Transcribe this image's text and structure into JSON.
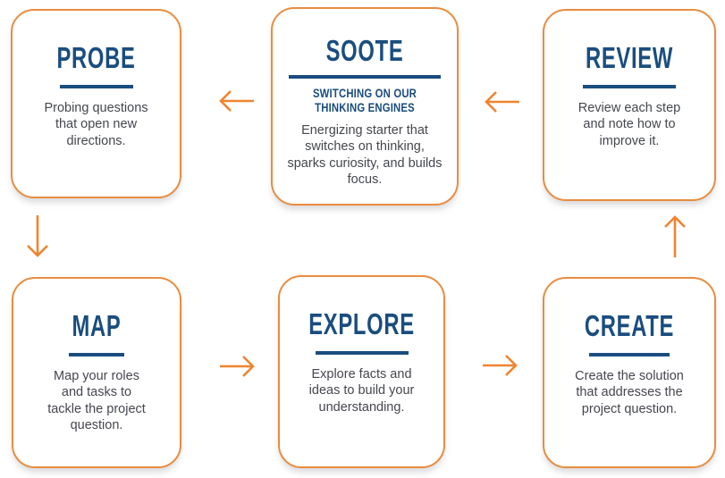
{
  "diagram": {
    "name": "SOOTE thinking cycle",
    "colors": {
      "card_border_orange": "#EA8C3F",
      "arrow_orange": "#F08430",
      "heading_navy": "#1A4D7F",
      "body_text": "#45474E",
      "background": "#FFFFFF"
    },
    "steps": [
      {
        "id": "probe",
        "title": "PROBE",
        "description": "Probing questions that open new directions."
      },
      {
        "id": "soote",
        "title": "SOOTE",
        "subtitle": "SWITCHING ON OUR THINKING ENGINES",
        "description": "Energizing starter that switches on thinking, sparks curiosity, and builds focus."
      },
      {
        "id": "review",
        "title": "REVIEW",
        "description": "Review each step and note how to improve it."
      },
      {
        "id": "map",
        "title": "MAP",
        "description": "Map your roles and tasks to tackle the project question."
      },
      {
        "id": "explore",
        "title": "EXPLORE",
        "description": "Explore facts and ideas to build your understanding."
      },
      {
        "id": "create",
        "title": "CREATE",
        "description": "Create the solution that addresses the project question."
      }
    ],
    "arrows": [
      {
        "id": "review-to-soote",
        "direction": "left"
      },
      {
        "id": "soote-to-probe",
        "direction": "left"
      },
      {
        "id": "probe-to-map",
        "direction": "down"
      },
      {
        "id": "map-to-explore",
        "direction": "right"
      },
      {
        "id": "explore-to-create",
        "direction": "right"
      },
      {
        "id": "create-to-review",
        "direction": "up"
      }
    ]
  }
}
